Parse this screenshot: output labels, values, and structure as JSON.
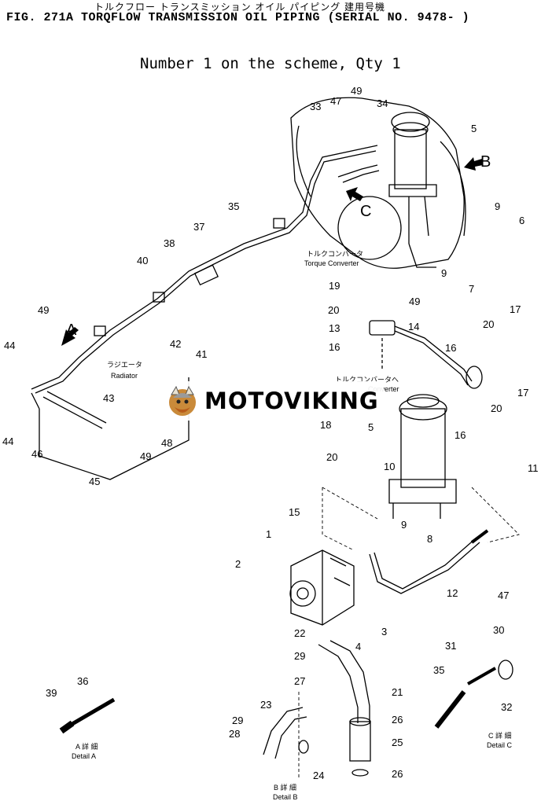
{
  "header": {
    "japanese_title": "トルクフロー トランスミッション オイル パイピング 建用号機",
    "title": "FIG. 271A  TORQFLOW TRANSMISSION OIL PIPING (SERIAL NO. 9478- )",
    "subtitle": "Number 1 on the scheme, Qty 1"
  },
  "watermark": {
    "text": "MOTOVIKING"
  },
  "arrows": {
    "a": "A",
    "b": "B",
    "c": "C"
  },
  "captions": {
    "torque_converter_jp": "トルクコンバータ",
    "torque_converter": "Torque Converter",
    "radiator_jp": "ラジエータ",
    "radiator": "Radiator",
    "to_torque_converter_jp": "トルクコンバータへ",
    "to_torque_converter": "Converter",
    "detail_a_jp": "A 詳 細",
    "detail_a": "Detail A",
    "detail_b_jp": "B 詳 細",
    "detail_b": "Detail B",
    "detail_c_jp": "C 詳 細",
    "detail_c": "Detail C"
  },
  "callouts": [
    "1",
    "2",
    "3",
    "4",
    "5",
    "5",
    "6",
    "7",
    "8",
    "9",
    "9",
    "9",
    "10",
    "11",
    "12",
    "13",
    "14",
    "15",
    "16",
    "16",
    "16",
    "17",
    "17",
    "18",
    "19",
    "20",
    "20",
    "20",
    "20",
    "21",
    "22",
    "23",
    "24",
    "25",
    "26",
    "26",
    "27",
    "28",
    "29",
    "29",
    "30",
    "31",
    "32",
    "33",
    "34",
    "35",
    "35",
    "36",
    "37",
    "38",
    "39",
    "40",
    "41",
    "42",
    "43",
    "44",
    "44",
    "45",
    "46",
    "47",
    "47",
    "48",
    "49",
    "49",
    "49",
    "49"
  ]
}
